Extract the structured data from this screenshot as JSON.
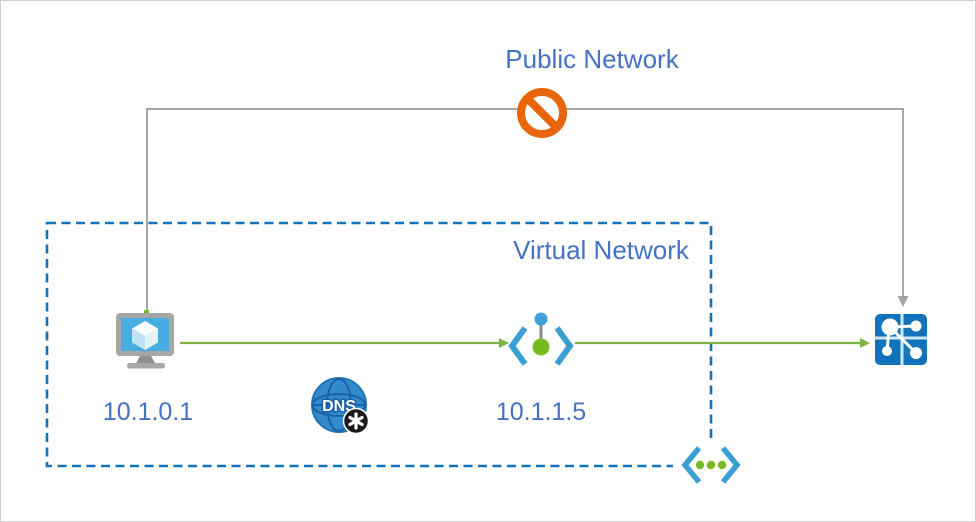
{
  "colors": {
    "label_blue": "#4472C4",
    "vnet_border_blue": "#1272BB",
    "connector_gray": "#A6A6A6",
    "flow_green": "#7CB342",
    "blocked_orange": "#E8650C",
    "bracket_blue": "#3B9FD4",
    "dot_green": "#76BC21",
    "service_blue": "#1173BB"
  },
  "labels": {
    "public_network": "Public Network",
    "virtual_network": "Virtual Network",
    "vm_ip": "10.1.0.1",
    "private_endpoint_ip": "10.1.1.5",
    "dns": "DNS"
  },
  "icons": {
    "virtual_machine": "azure-vm-icon",
    "dns_private_zone": "dns-private-zone-icon",
    "private_endpoint": "private-endpoint-icon",
    "private_link_service": "private-link-service-icon",
    "virtual_network": "virtual-network-icon",
    "blocked": "no-public-access-icon"
  }
}
